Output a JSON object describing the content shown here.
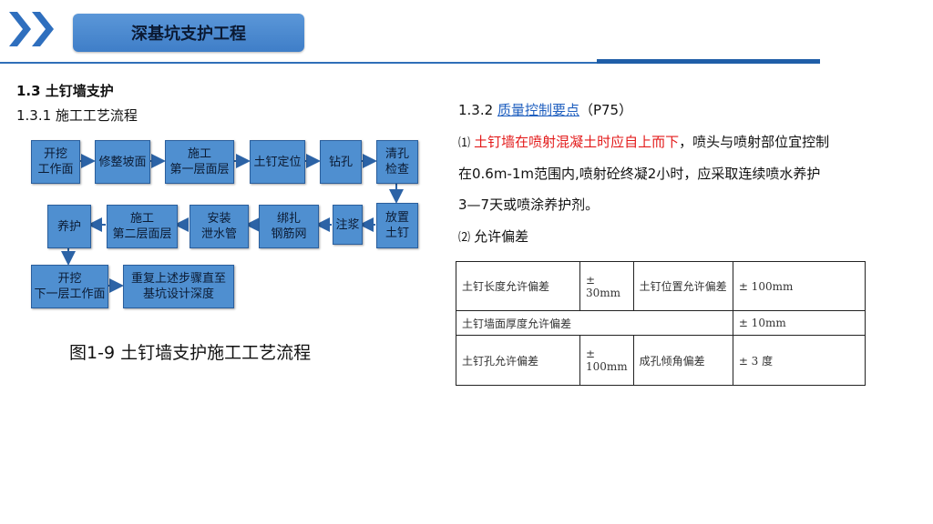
{
  "header": {
    "title": "深基坑支护工程",
    "accent_color": "#3f7ec8",
    "icon": "double-chevron-icon"
  },
  "left": {
    "section_title": "1.3 土钉墙支护",
    "subsection_title": "1.3.1 施工工艺流程",
    "caption": "图1-9 土钉墙支护施工工艺流程"
  },
  "flow": {
    "step1": [
      "开挖",
      "工作面"
    ],
    "step2": "修整坡面",
    "step3": [
      "施工",
      "第一层面层"
    ],
    "step4": "土钉定位",
    "step5": "钻孔",
    "step6": [
      "清孔",
      "检查"
    ],
    "step7": [
      "放置",
      "土钉"
    ],
    "step8": "注浆",
    "step9": [
      "绑扎",
      "钢筋网"
    ],
    "step10": [
      "安装",
      "泄水管"
    ],
    "step11": [
      "施工",
      "第二层面层"
    ],
    "step12": "养护",
    "step13": [
      "开挖",
      "下一层工作面"
    ],
    "step14": [
      "重复上述步骤直至",
      "基坑设计深度"
    ]
  },
  "right": {
    "heading_prefix": "1.3.2 ",
    "heading_link": "质量控制要点",
    "heading_suffix": "（P75）",
    "p1_num": "⑴ ",
    "p1_red": "土钉墙在喷射混凝土时应自上而下",
    "p1_rest": "，喷头与喷射部位宜控制",
    "p1_line2": "在0.6m-1m范围内,喷射砼终凝2小时，应采取连续喷水养护",
    "p1_line3": "3—7天或喷涂养护剂。",
    "p2_num": "⑵ ",
    "p2_text": "允许偏差"
  },
  "table": {
    "r1": [
      "土钉长度允许偏差",
      "± 30mm",
      "土钉位置允许偏差",
      "± 100mm"
    ],
    "r2": [
      "土钉墙面厚度允许偏差",
      "± 10mm"
    ],
    "r3": [
      "土钉孔允许偏差",
      "± 100mm",
      "成孔倾角偏差",
      "± 3 度"
    ]
  }
}
